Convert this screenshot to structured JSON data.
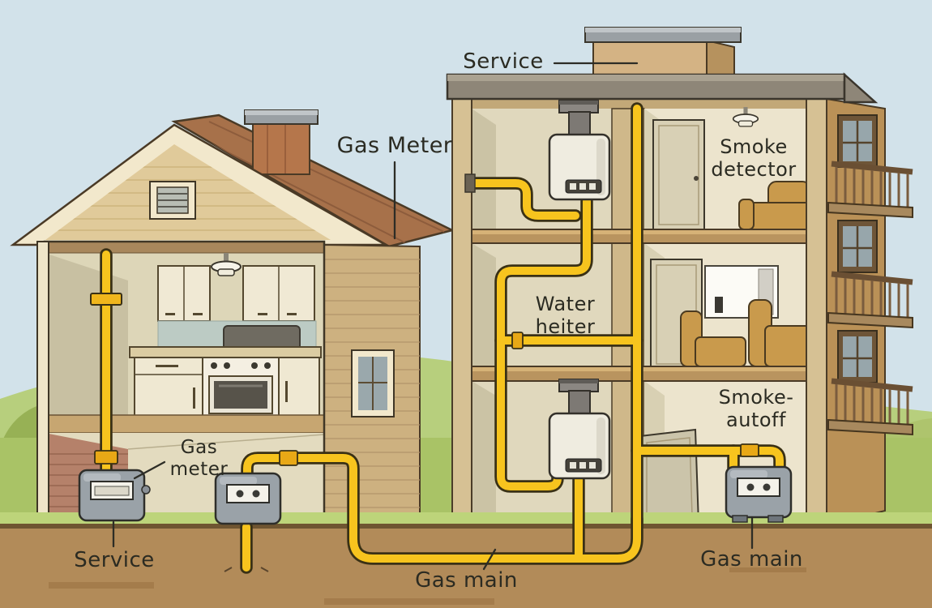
{
  "diagram": {
    "labels": {
      "service_top": "Service",
      "gas_meter_top": "Gas Meter",
      "smoke_detector": {
        "line1": "Smoke",
        "line2": "detector"
      },
      "water_heater": {
        "line1": "Water",
        "line2": "heiter"
      },
      "smoke_autoff": {
        "line1": "Smoke-",
        "line2": "autoff"
      },
      "gas_meter_house": {
        "line1": "Gas",
        "line2": "meter"
      },
      "service_bottom": "Service",
      "gas_main_center": "Gas main",
      "gas_main_right": "Gas main"
    },
    "colors": {
      "sky": "#d2e2ea",
      "grass": "#a9c366",
      "grass_light": "#b7cf7d",
      "grass_dark": "#97b155",
      "dirt": "#b28b59",
      "pipe": "#f7c41e",
      "pipe_outline": "#3a3115",
      "roof": "#a7714a",
      "siding": "#e0ca9a",
      "apartment_wall": "#d6c194",
      "interior_wall": "#e7dfc6",
      "meter_gray": "#9aa2a8",
      "heater": "#efece0",
      "sofa": "#c99a4c",
      "text": "#2b2b22"
    }
  }
}
